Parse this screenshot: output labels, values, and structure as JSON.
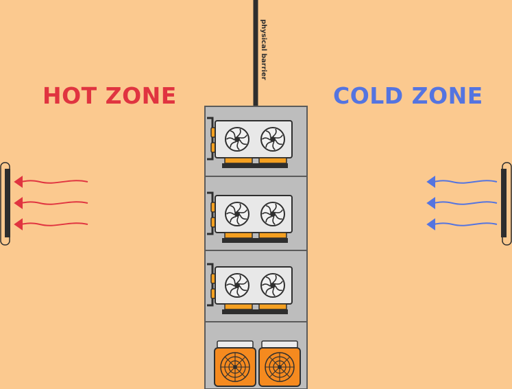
{
  "labels": {
    "hot_zone": "HOT ZONE",
    "cold_zone": "COLD ZONE",
    "barrier": "physical barrier"
  },
  "colors": {
    "background": "#fbc98f",
    "hot": "#e03440",
    "cold": "#5474e0",
    "rack_fill": "#bdbdbd",
    "rack_stroke": "#5a5a5a",
    "gpu_orange": "#f5a020",
    "asic_orange": "#f58a1f",
    "dark": "#2e2e2e"
  },
  "rack": {
    "gpu_shelves": 3,
    "asic_miners": 2
  },
  "airflow": {
    "hot_arrows": 3,
    "cold_arrows": 3,
    "hot_direction": "left",
    "cold_direction": "left"
  }
}
